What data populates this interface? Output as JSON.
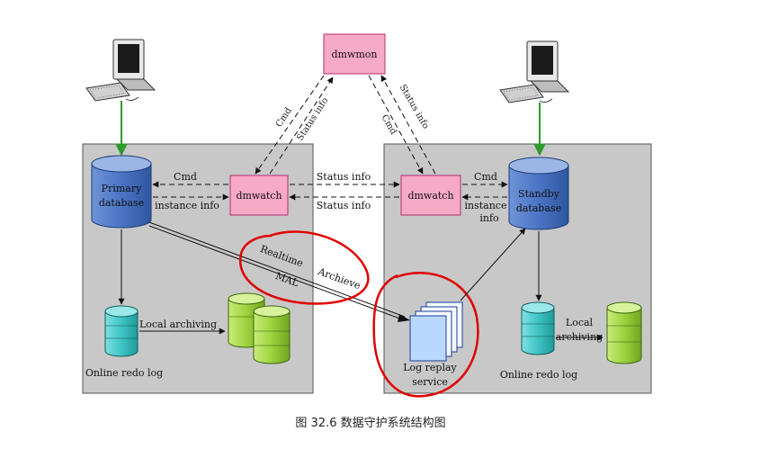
{
  "colors": {
    "panel": "#c8c8c8",
    "pink_box": "#f7a9c8",
    "db_blue": "#3a64b4",
    "cyan_db": "#3fc4c4",
    "green_db": "#9ed23e",
    "annotation": "#e00000",
    "green_arrow": "#2e9a2e"
  },
  "nodes": {
    "dmwmon": "dmwmon",
    "dmwatch_left": "dmwatch",
    "dmwatch_right": "dmwatch",
    "primary_db": [
      "Primary",
      "database"
    ],
    "standby_db": [
      "Standby",
      "database"
    ],
    "online_redo_left": "Online redo log",
    "online_redo_right": "Online redo log",
    "log_replay": [
      "Log  replay",
      "service"
    ]
  },
  "edge_labels": {
    "cmd_left": "Cmd",
    "instance_info_left": "instance info",
    "status_info_top": "Status info",
    "status_info_bottom": "Status info",
    "cmd_right": "Cmd",
    "instance_info_right": [
      "instance",
      "info"
    ],
    "mon_left_cmd": "Cmd",
    "mon_left_status": "Status info",
    "mon_right_cmd": "Cmd",
    "mon_right_status": "Status info",
    "local_archiving_left": "Local archiving",
    "local_archiving_right": [
      "Local",
      "archiving"
    ],
    "realtime": "Realtime",
    "mal": "MAL",
    "archieve": "Archieve"
  },
  "icons": [
    "computer-icon-left",
    "computer-icon-right"
  ],
  "caption": "图 32.6  数据守护系统结构图"
}
